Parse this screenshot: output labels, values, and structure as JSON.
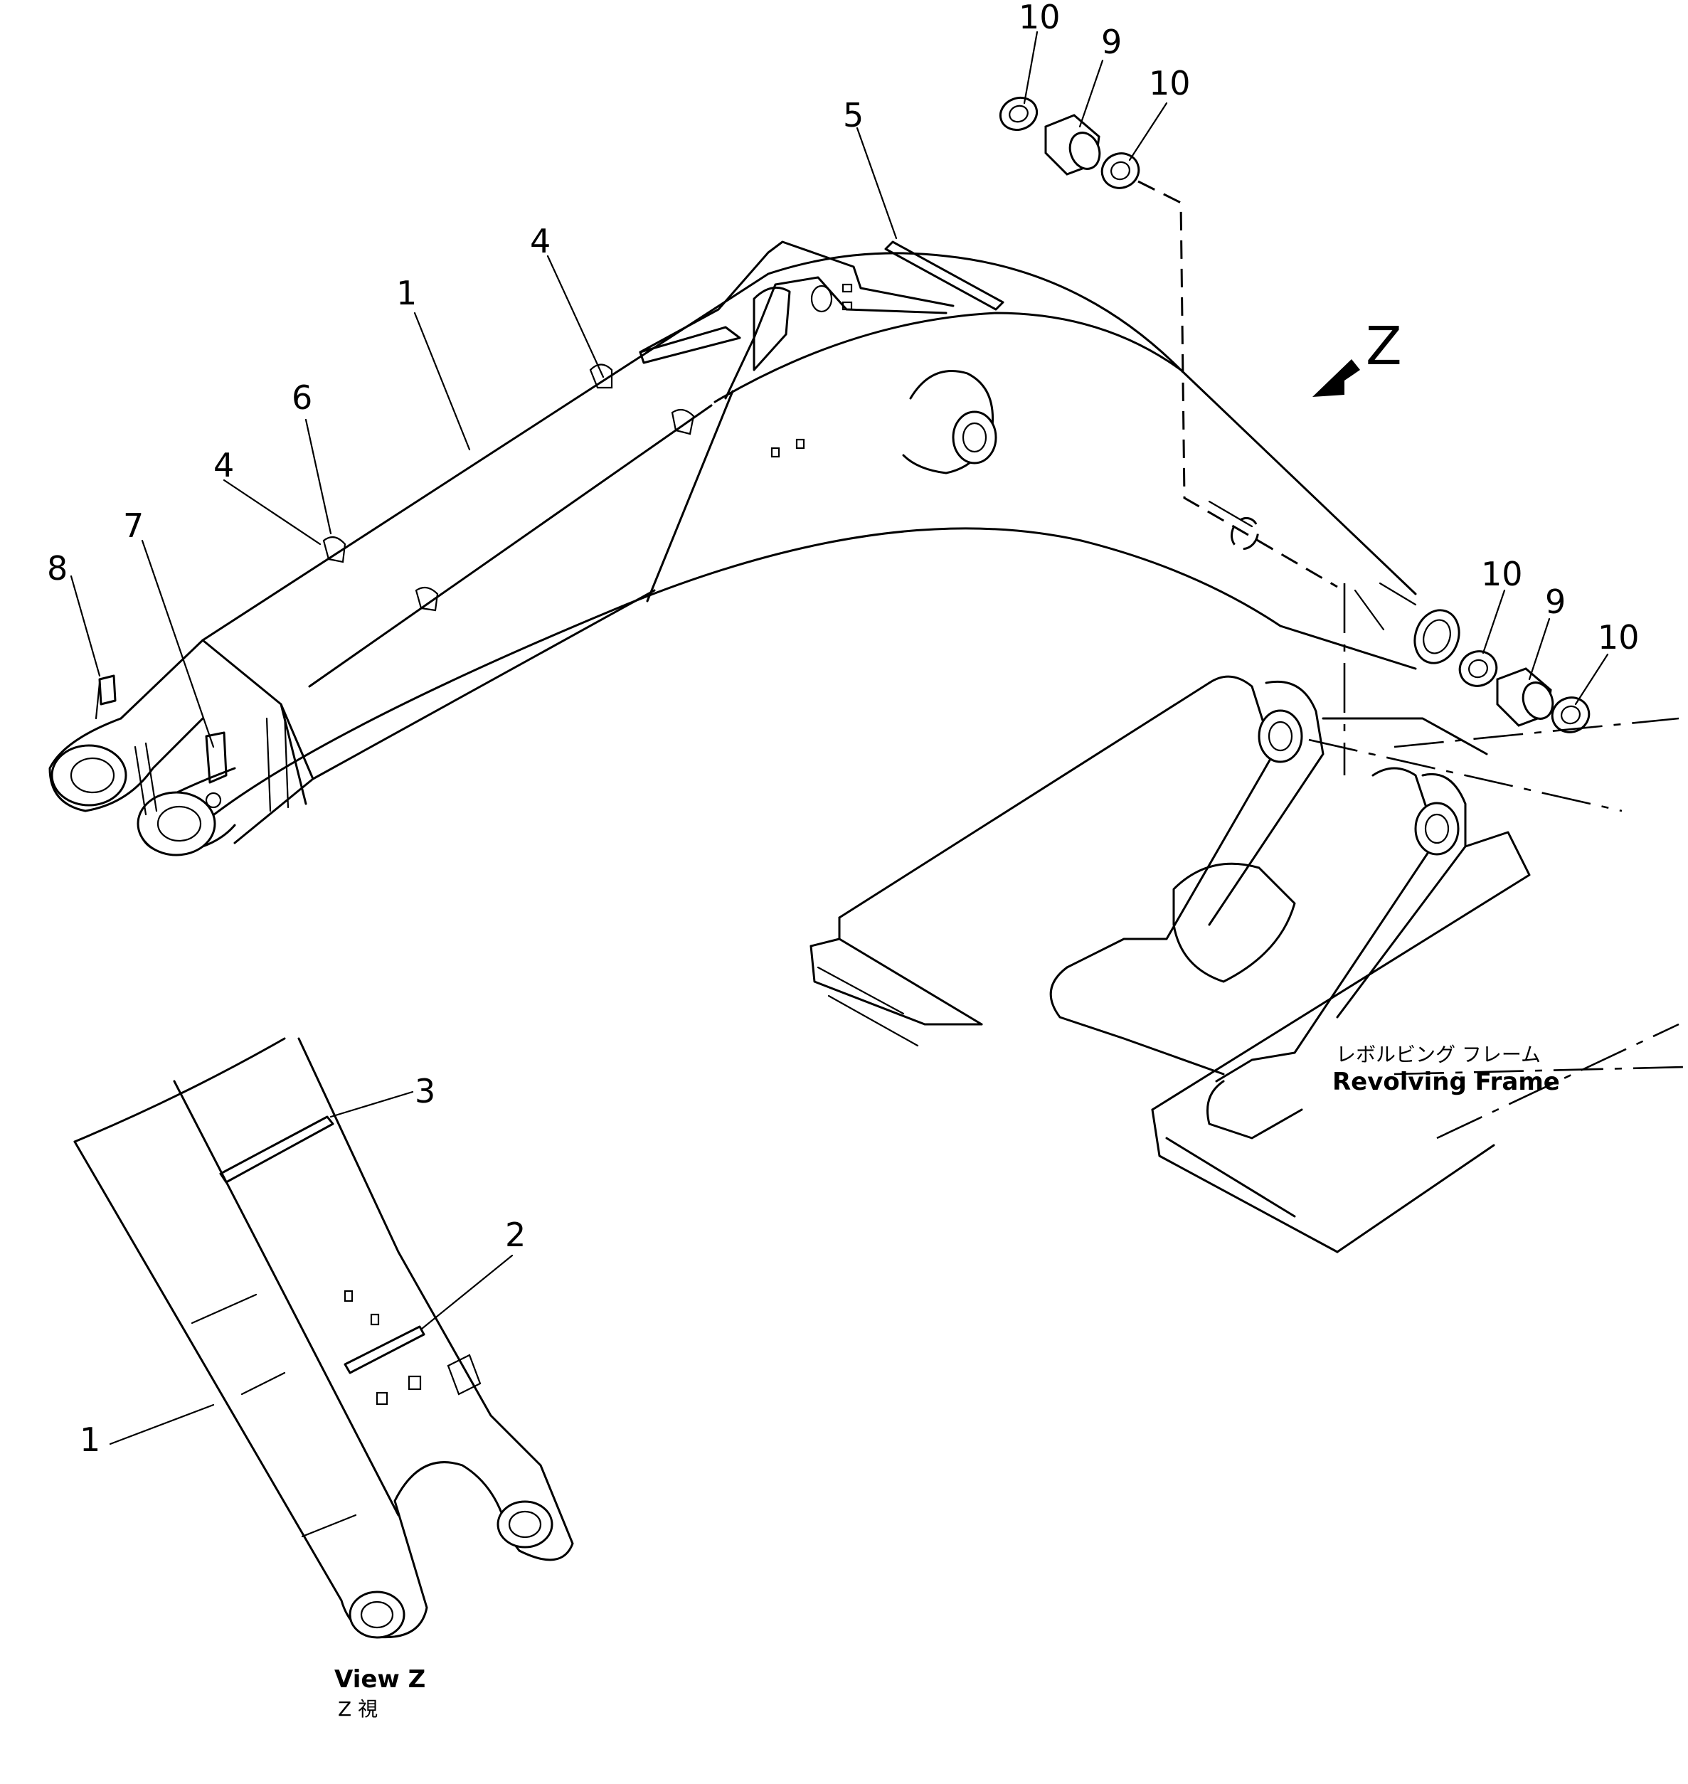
{
  "callouts": {
    "c1_main": "1",
    "c1_view": "1",
    "c2": "2",
    "c3": "3",
    "c4_a": "4",
    "c4_b": "4",
    "c5": "5",
    "c6": "6",
    "c7": "7",
    "c8": "8",
    "c9_top": "9",
    "c9_right": "9",
    "c10_a": "10",
    "c10_b": "10",
    "c10_c": "10",
    "c10_d": "10"
  },
  "view_arrow": {
    "letter": "Z"
  },
  "revolving_frame": {
    "jp": "レボルビング フレーム",
    "en": "Revolving Frame"
  },
  "view_caption": {
    "en": "View Z",
    "jp": "Z 視"
  }
}
